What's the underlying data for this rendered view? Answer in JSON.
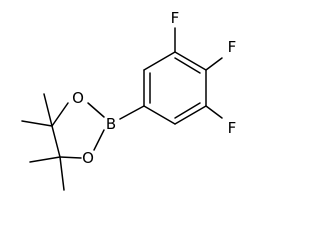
{
  "molecule": {
    "atoms": {
      "f_top": "F",
      "f_right": "F",
      "f_bottom": "F",
      "boron": "B",
      "o_upper": "O",
      "o_lower": "O"
    },
    "colors": {
      "bond": "#000000",
      "label": "#000000",
      "background": "#ffffff"
    }
  }
}
